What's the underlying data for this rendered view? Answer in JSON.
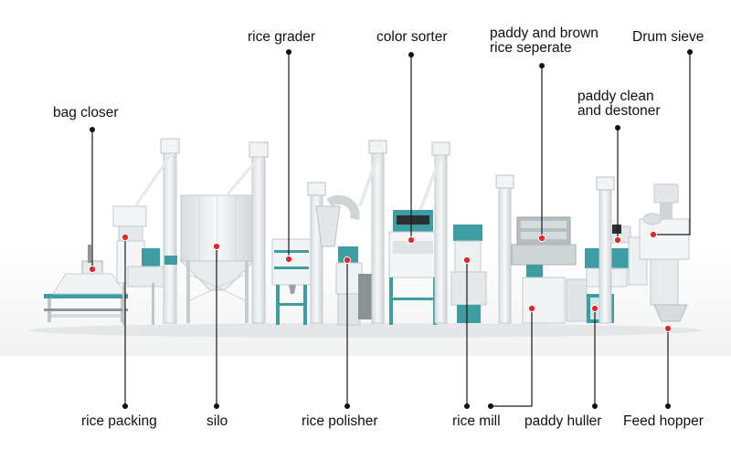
{
  "colors": {
    "accent_red": "#e8242b",
    "leader_line": "#1a1a1a",
    "machine_teal": "#3e9ca3",
    "machine_white": "#eef1f2",
    "machine_grey": "#c7ccce"
  },
  "labels": {
    "bag_closer": "bag closer",
    "rice_grader": "rice grader",
    "color_sorter": "color sorter",
    "paddy_brown_sep_line1": "paddy and brown",
    "paddy_brown_sep_line2": "rice seperate",
    "drum_sieve": "Drum sieve",
    "paddy_clean_line1": "paddy clean",
    "paddy_clean_line2": "and destoner",
    "rice_packing": "rice packing",
    "silo": "silo",
    "rice_polisher": "rice polisher",
    "rice_mill": "rice mill",
    "paddy_huller": "paddy huller",
    "feed_hopper": "Feed hopper"
  }
}
